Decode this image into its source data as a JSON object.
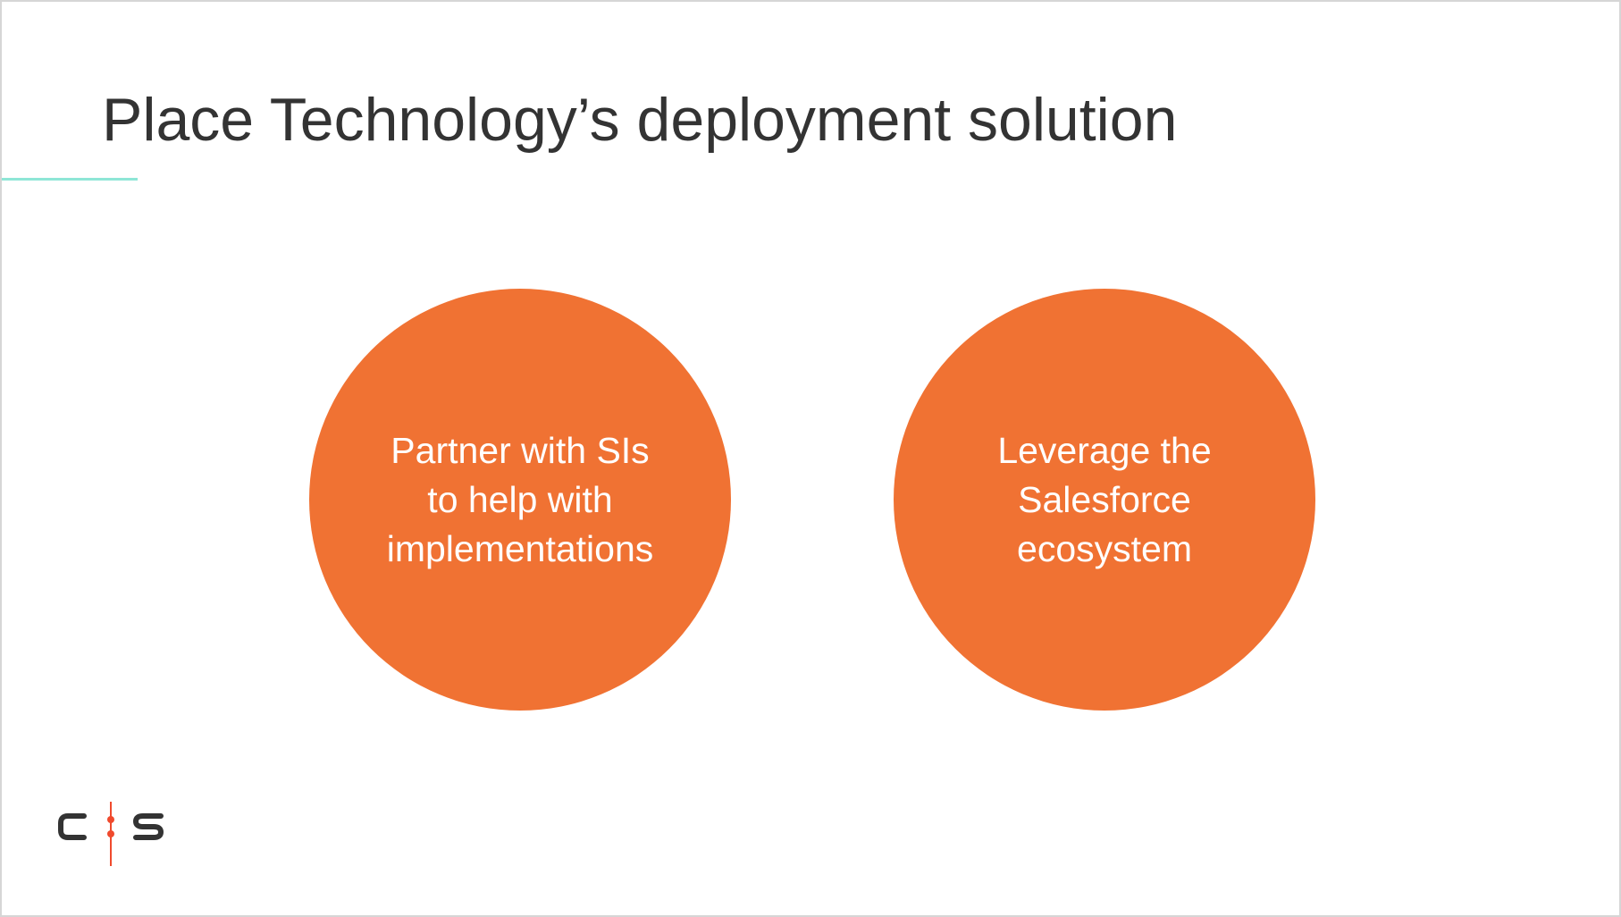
{
  "slide": {
    "title": "Place Technology’s deployment solution",
    "circles": [
      {
        "lines": [
          "Partner with SIs",
          "to help with",
          "implementations"
        ]
      },
      {
        "lines": [
          "Leverage the",
          "Salesforce",
          "ecosystem"
        ]
      }
    ],
    "logo": {
      "icon": "cis-logo-icon",
      "text": "CIS"
    }
  },
  "colors": {
    "title_text": "#333333",
    "accent_line": "#8ee6d6",
    "circle_fill": "#f07233",
    "circle_text": "#ffffff",
    "logo_dark": "#333333",
    "logo_accent": "#f04a2d"
  }
}
